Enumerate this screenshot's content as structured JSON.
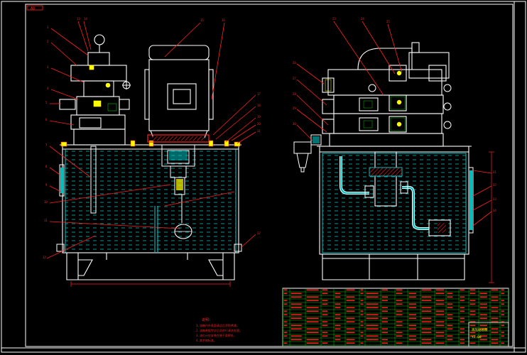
{
  "drawing": {
    "corner_tag": "A0",
    "colors": {
      "background": "#000000",
      "frame": "#ffffff",
      "equipment": "#ffffff",
      "oil": "#00bfbf",
      "leader": "#ff2020",
      "table_grid": "#00c000",
      "highlight": "#ffff00"
    }
  },
  "notes": {
    "heading": "说明:",
    "lines": [
      "1.油箱内外表面清洁后涂防锈漆。",
      "2.油箱装配完毕后须进行清洗处理。",
      "3.油位计应安装在便于观察处。",
      "4.其余按标准。"
    ]
  },
  "title_block": {
    "name": "液压站总图",
    "code": "YZ-00"
  }
}
